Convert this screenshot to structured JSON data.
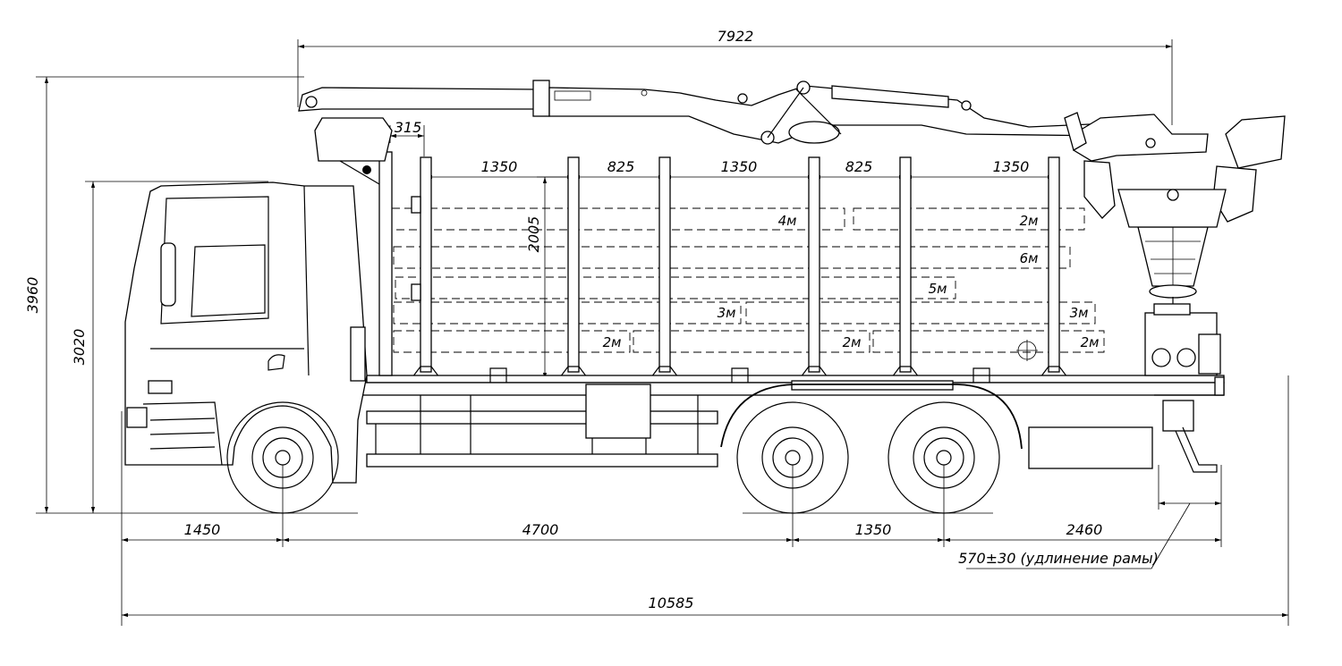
{
  "dimensions": {
    "crane_reach": "7922",
    "gap_cab_crane": "315",
    "post_spacing_1": "1350",
    "post_spacing_2": "825",
    "post_spacing_3": "1350",
    "post_spacing_4": "825",
    "post_spacing_5": "1350",
    "stake_height": "2005",
    "overall_height": "3960",
    "cab_height": "3020",
    "front_overhang": "1450",
    "wheelbase": "4700",
    "bogie_spacing": "1350",
    "rear_overhang": "2460",
    "overall_length": "10585"
  },
  "annotations": {
    "frame_extension": "570±30 (удлинение рамы)"
  },
  "log_lengths": {
    "row1_left": "4м",
    "row1_right": "2м",
    "row2": "6м",
    "row3": "5м",
    "row4_left": "3м",
    "row4_right": "3м",
    "row5_left": "2м",
    "row5_mid": "2м",
    "row5_right": "2м"
  }
}
